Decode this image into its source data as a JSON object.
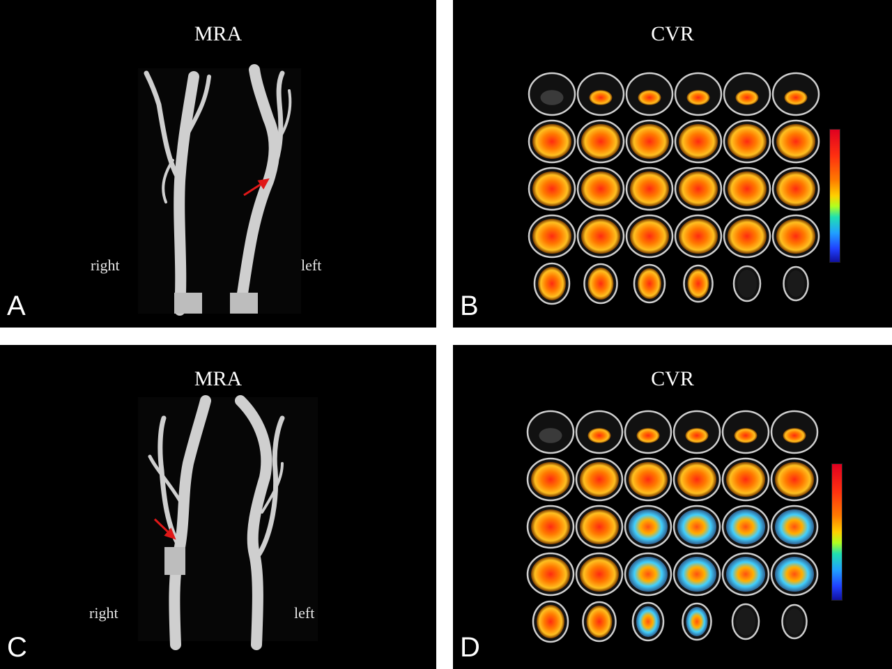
{
  "panels": {
    "a": {
      "letter": "A",
      "title": "MRA",
      "right_label": "right",
      "left_label": "left"
    },
    "b": {
      "letter": "B",
      "title": "CVR"
    },
    "c": {
      "letter": "C",
      "title": "MRA",
      "right_label": "right",
      "left_label": "left"
    },
    "d": {
      "letter": "D",
      "title": "CVR"
    }
  },
  "colors": {
    "background": "#000000",
    "divider": "#ffffff",
    "arrow": "#e01818",
    "vessel": "#d8d8d8",
    "hot": "#ff5a10",
    "warm": "#ffb000",
    "cool": "#40c0ff"
  }
}
